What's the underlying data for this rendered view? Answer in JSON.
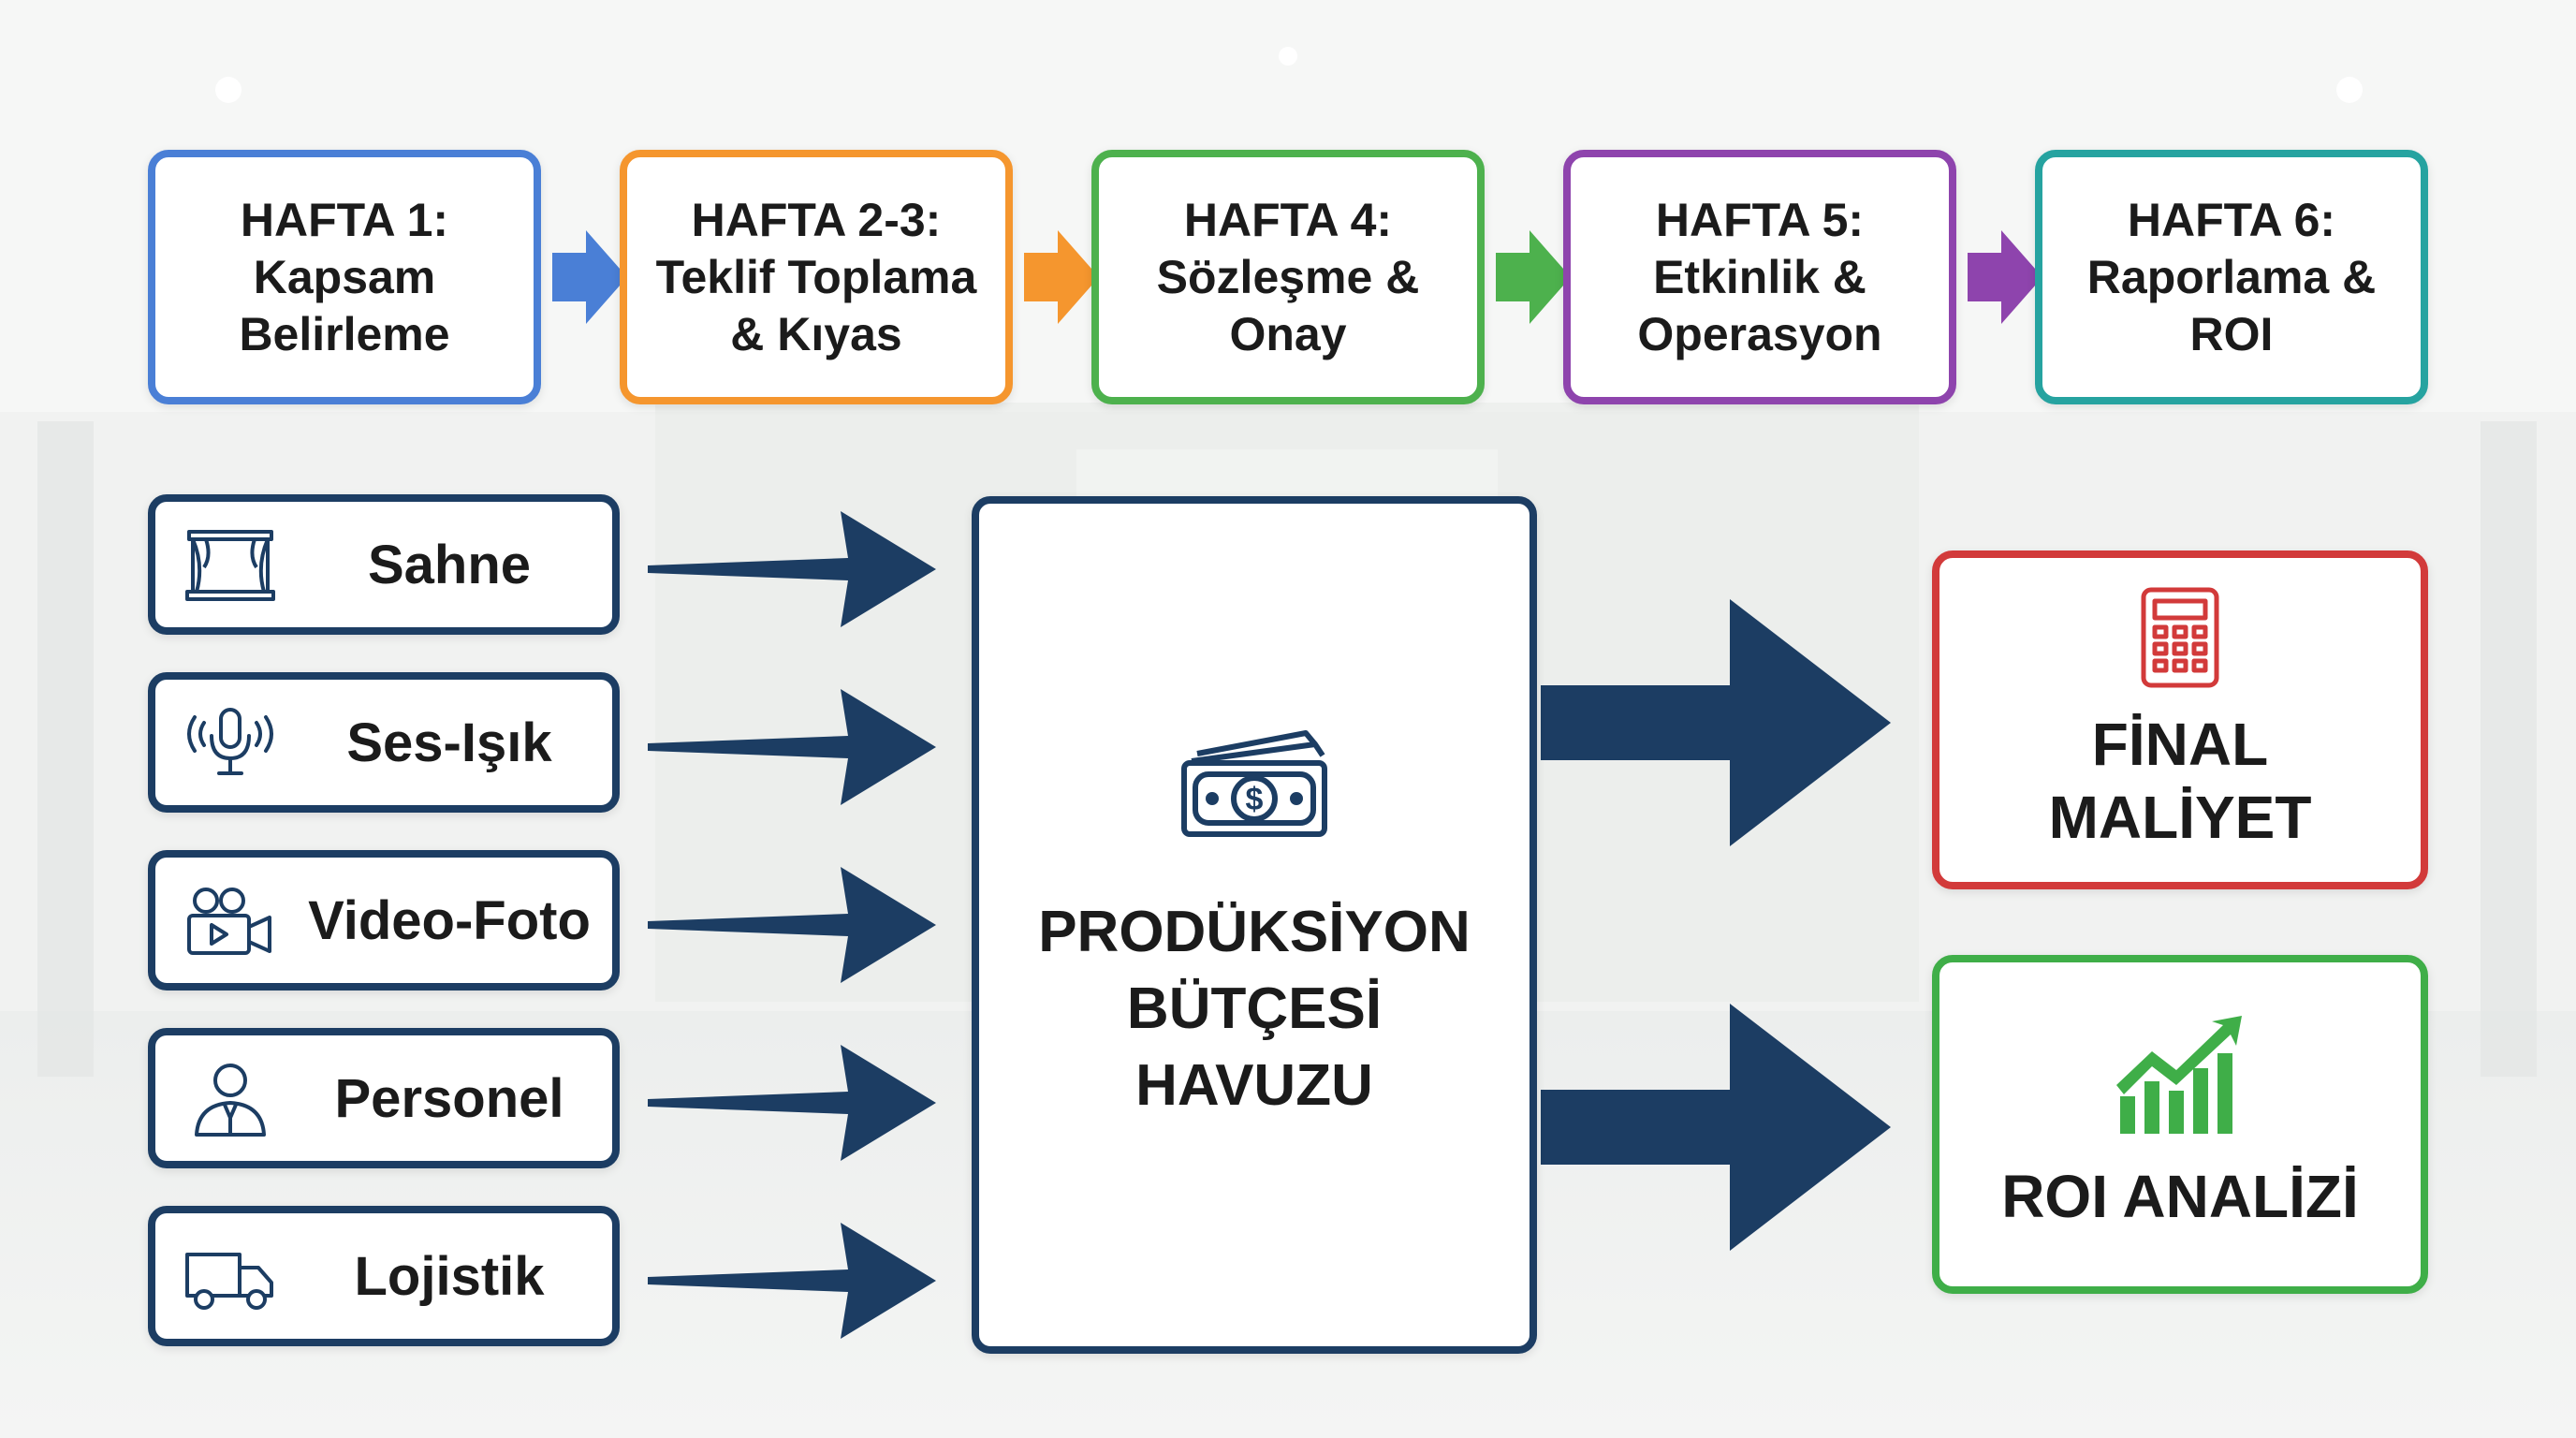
{
  "phases": [
    {
      "lines": [
        "HAFTA 1:",
        "Kapsam",
        "Belirleme"
      ],
      "color": "#4a7fd6"
    },
    {
      "lines": [
        "HAFTA 2-3:",
        "Teklif Toplama",
        "& Kıyas"
      ],
      "color": "#f5962e"
    },
    {
      "lines": [
        "HAFTA 4:",
        "Sözleşme &",
        "Onay"
      ],
      "color": "#4db14d"
    },
    {
      "lines": [
        "HAFTA 5:",
        "Etkinlik &",
        "Operasyon"
      ],
      "color": "#8e44ad"
    },
    {
      "lines": [
        "HAFTA 6:",
        "Raporlama &",
        "ROI"
      ],
      "color": "#26a3a0"
    }
  ],
  "sources": [
    {
      "label": "Sahne",
      "icon": "stage-icon"
    },
    {
      "label": "Ses-Işık",
      "icon": "microphone-icon"
    },
    {
      "label": "Video-Foto",
      "icon": "video-camera-icon"
    },
    {
      "label": "Personel",
      "icon": "person-icon"
    },
    {
      "label": "Lojistik",
      "icon": "truck-icon"
    }
  ],
  "pool": {
    "lines": [
      "PRODÜKSİYON",
      "BÜTÇESİ",
      "HAVUZU"
    ],
    "icon": "money-icon"
  },
  "outputs": [
    {
      "lines": [
        "FİNAL",
        "MALİYET"
      ],
      "icon": "calculator-icon",
      "color": "#d23a3a"
    },
    {
      "lines": [
        "ROI ANALİZİ"
      ],
      "icon": "growth-chart-icon",
      "color": "#3fae48"
    }
  ],
  "colors": {
    "navy": "#1c3d63",
    "text": "#1b1b1b"
  }
}
